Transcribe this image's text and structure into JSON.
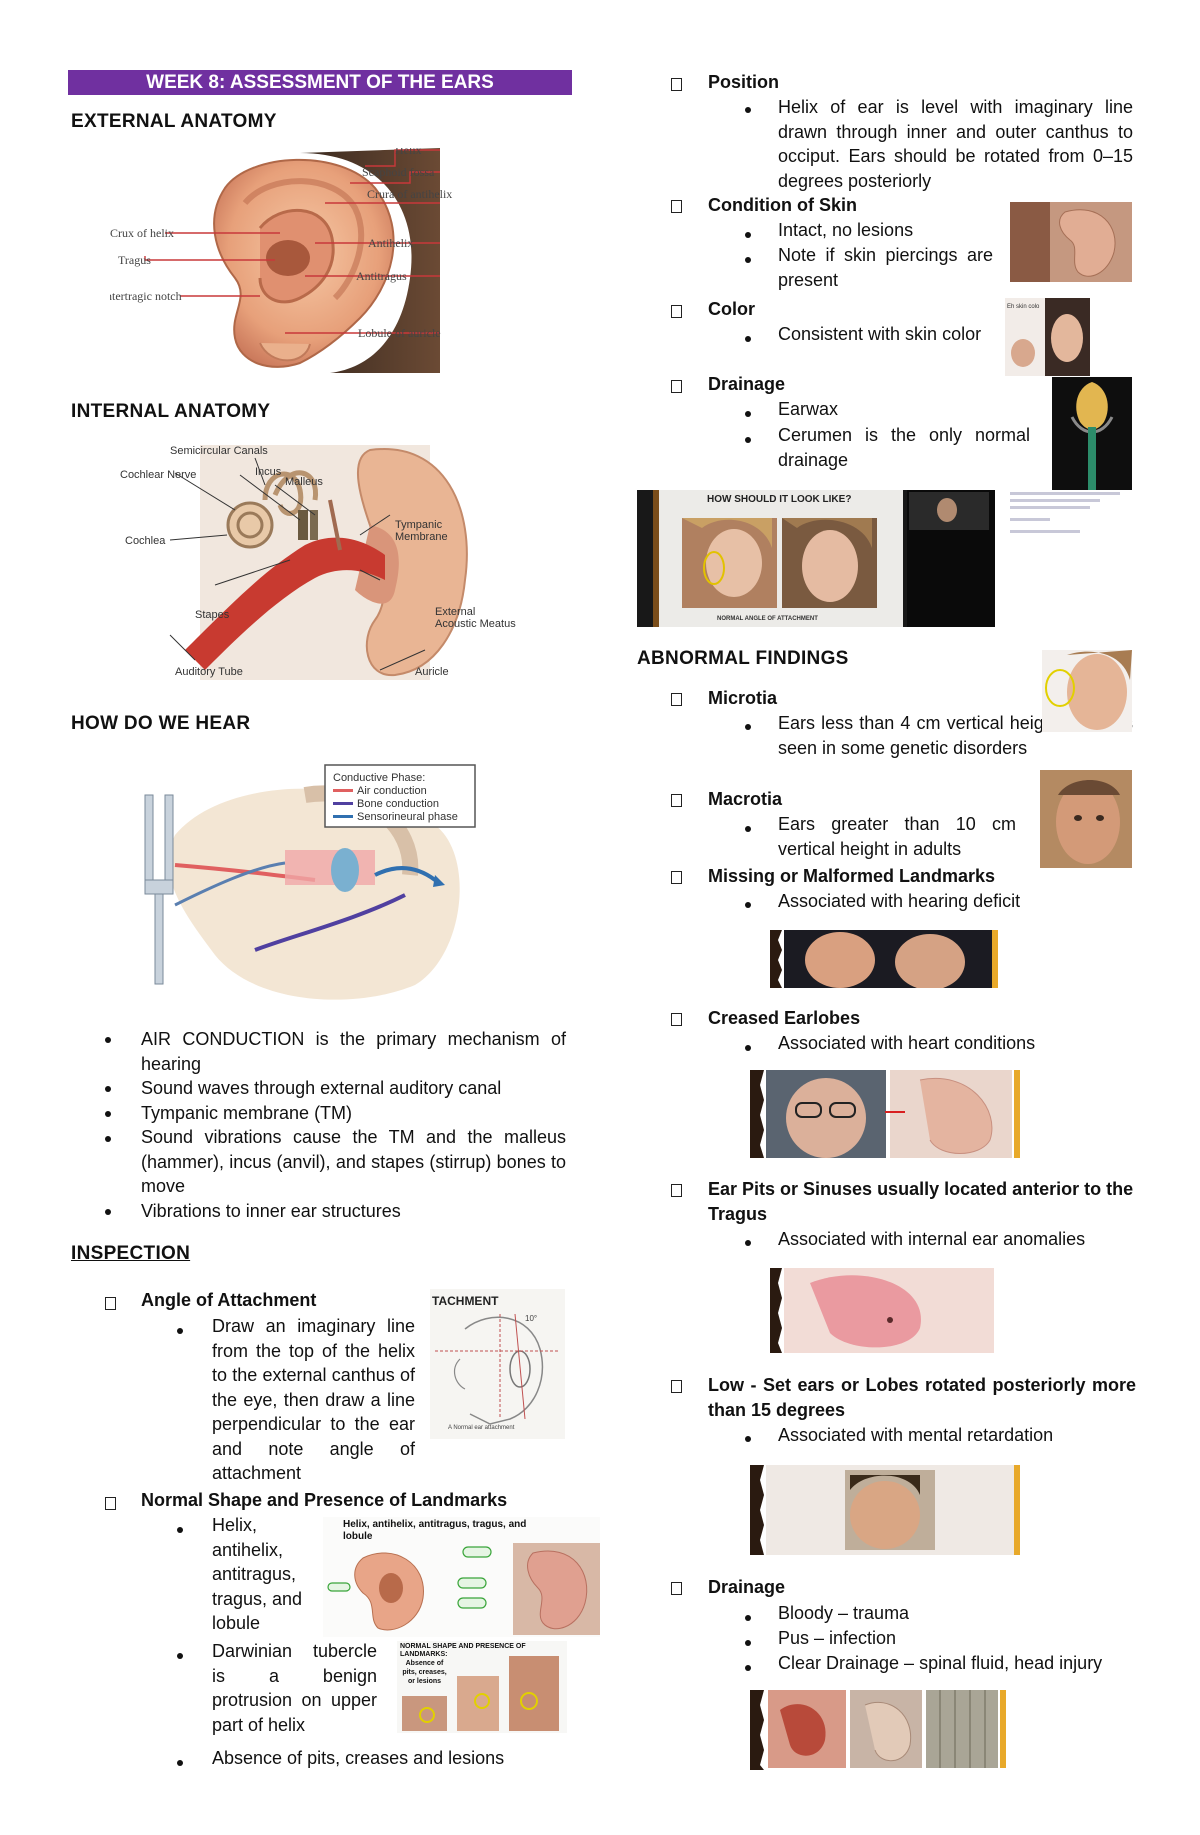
{
  "title": "WEEK 8: ASSESSMENT OF THE EARS",
  "left": {
    "external_heading": "EXTERNAL ANATOMY",
    "external_labels": {
      "helix": "Helix",
      "scaphoid": "Scaphoid fossa",
      "crura": "Crura of antihelix",
      "crux": "Crux of helix",
      "antihelix": "Antihelix",
      "tragus": "Tragus",
      "antitragus": "Antitragus",
      "intertragic": "Intertragic notch",
      "lobule": "Lobule of auricle"
    },
    "internal_heading": "INTERNAL ANATOMY",
    "internal_labels": {
      "semicircular": "Semicircular Canals",
      "cochlear_nerve": "Cochlear Nerve",
      "incus": "Incus",
      "malleus": "Malleus",
      "tympanic1": "Tympanic",
      "tympanic2": "Membrane",
      "cochlea": "Cochlea",
      "stapes": "Stapes",
      "external1": "External",
      "external2": "Acoustic Meatus",
      "auditory": "Auditory Tube",
      "auricle": "Auricle"
    },
    "hear_heading": "HOW DO WE HEAR",
    "legend": {
      "title": "Conductive Phase:",
      "air": "Air conduction",
      "bone": "Bone conduction",
      "sensorineural": "Sensorineural phase",
      "air_color": "#e06060",
      "bone_color": "#5040a0",
      "sensorineural_color": "#3070b0"
    },
    "hear_bullets": [
      "AIR CONDUCTION is the primary mechanism of hearing",
      "Sound waves through external auditory canal",
      "Tympanic membrane (TM)",
      "Sound vibrations cause the TM and the malleus (hammer), incus (anvil), and stapes (stirrup) bones to move",
      "Vibrations to inner ear structures"
    ],
    "inspection_heading": "INSPECTION",
    "angle_title": "Angle of Attachment",
    "angle_text": "Draw an imaginary line from the top of the helix to the external canthus of the eye, then draw a line perpendicular to the ear and note angle of attachment",
    "angle_img_title": "TACHMENT",
    "angle_img_degree": "10°",
    "angle_img_caption": "A   Normal ear attachment",
    "shape_title": "Normal Shape and Presence of Landmarks",
    "shape_b1": "Helix, antihelix, antitragus, tragus, and lobule",
    "shape_img_title": "Helix, antihelix, antitragus, tragus, and lobule",
    "shape_b2": "Darwinian tubercle is a benign protrusion on upper part of helix",
    "shape_img2_title": "NORMAL SHAPE AND PRESENCE OF LANDMARKS:",
    "shape_img2_sub": "Absence of pits, creases, or lesions",
    "shape_b3": "Absence of pits, creases and lesions"
  },
  "right": {
    "position_title": "Position",
    "position_text": "Helix of ear is level with imaginary line drawn through inner and outer canthus to occiput. Ears should be rotated from 0–15 degrees posteriorly",
    "skin_title": "Condition of Skin",
    "skin_b1": "Intact, no lesions",
    "skin_b2": "Note if skin piercings are present",
    "color_title": "Color",
    "color_b1": "Consistent with skin color",
    "color_img_label": "Eh skin colo",
    "drainage_title": "Drainage",
    "drainage_b1": "Earwax",
    "drainage_b2": "Cerumen is the only normal drainage",
    "video_title": "HOW SHOULD IT LOOK LIKE?",
    "video_caption": "NORMAL ANGLE OF ATTACHMENT",
    "abnormal_heading": "ABNORMAL FINDINGS",
    "microtia_title": "Microtia",
    "microtia_text": "Ears less than 4 cm vertical height in adults seen in some genetic disorders",
    "macrotia_title": "Macrotia",
    "macrotia_text": "Ears greater than 10 cm vertical height in adults",
    "missing_title": "Missing or Malformed Landmarks",
    "missing_text": "Associated with hearing deficit",
    "creased_title": "Creased Earlobes",
    "creased_text": "Associated with heart conditions",
    "pits_title": "Ear Pits or Sinuses usually located anterior to the Tragus",
    "pits_text": "Associated with internal ear anomalies",
    "lowset_title": "Low - Set ears or Lobes rotated posteriorly more than 15 degrees",
    "lowset_text": "Associated with mental retardation",
    "drainage2_title": "Drainage",
    "drainage2_b1": "Bloody – trauma",
    "drainage2_b2": "Pus – infection",
    "drainage2_b3": "Clear Drainage – spinal fluid, head injury"
  },
  "colors": {
    "banner": "#7030a0",
    "skin": "#e8a07a",
    "canal": "#c83a30"
  }
}
